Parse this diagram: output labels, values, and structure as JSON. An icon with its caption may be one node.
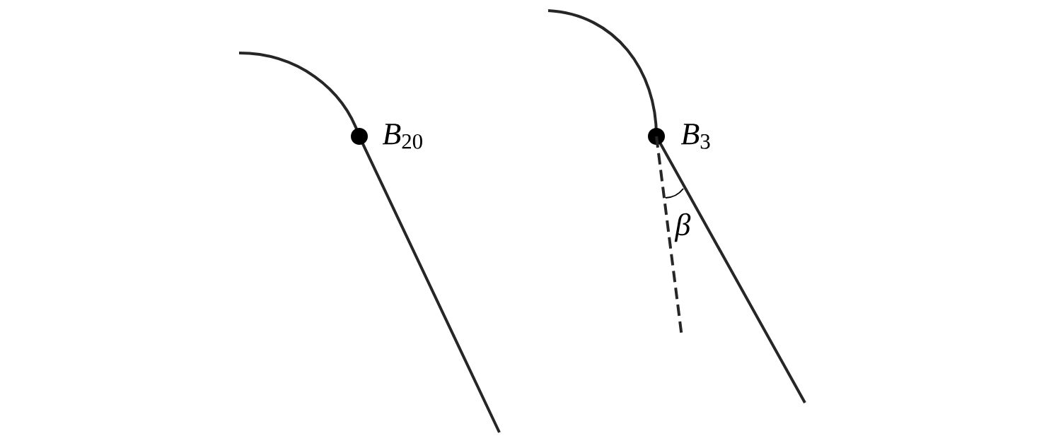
{
  "diagram": {
    "labels": [
      "*B*$_{20}$",
      "*B*$_{3}$",
      "β"
    ]
  }
}
